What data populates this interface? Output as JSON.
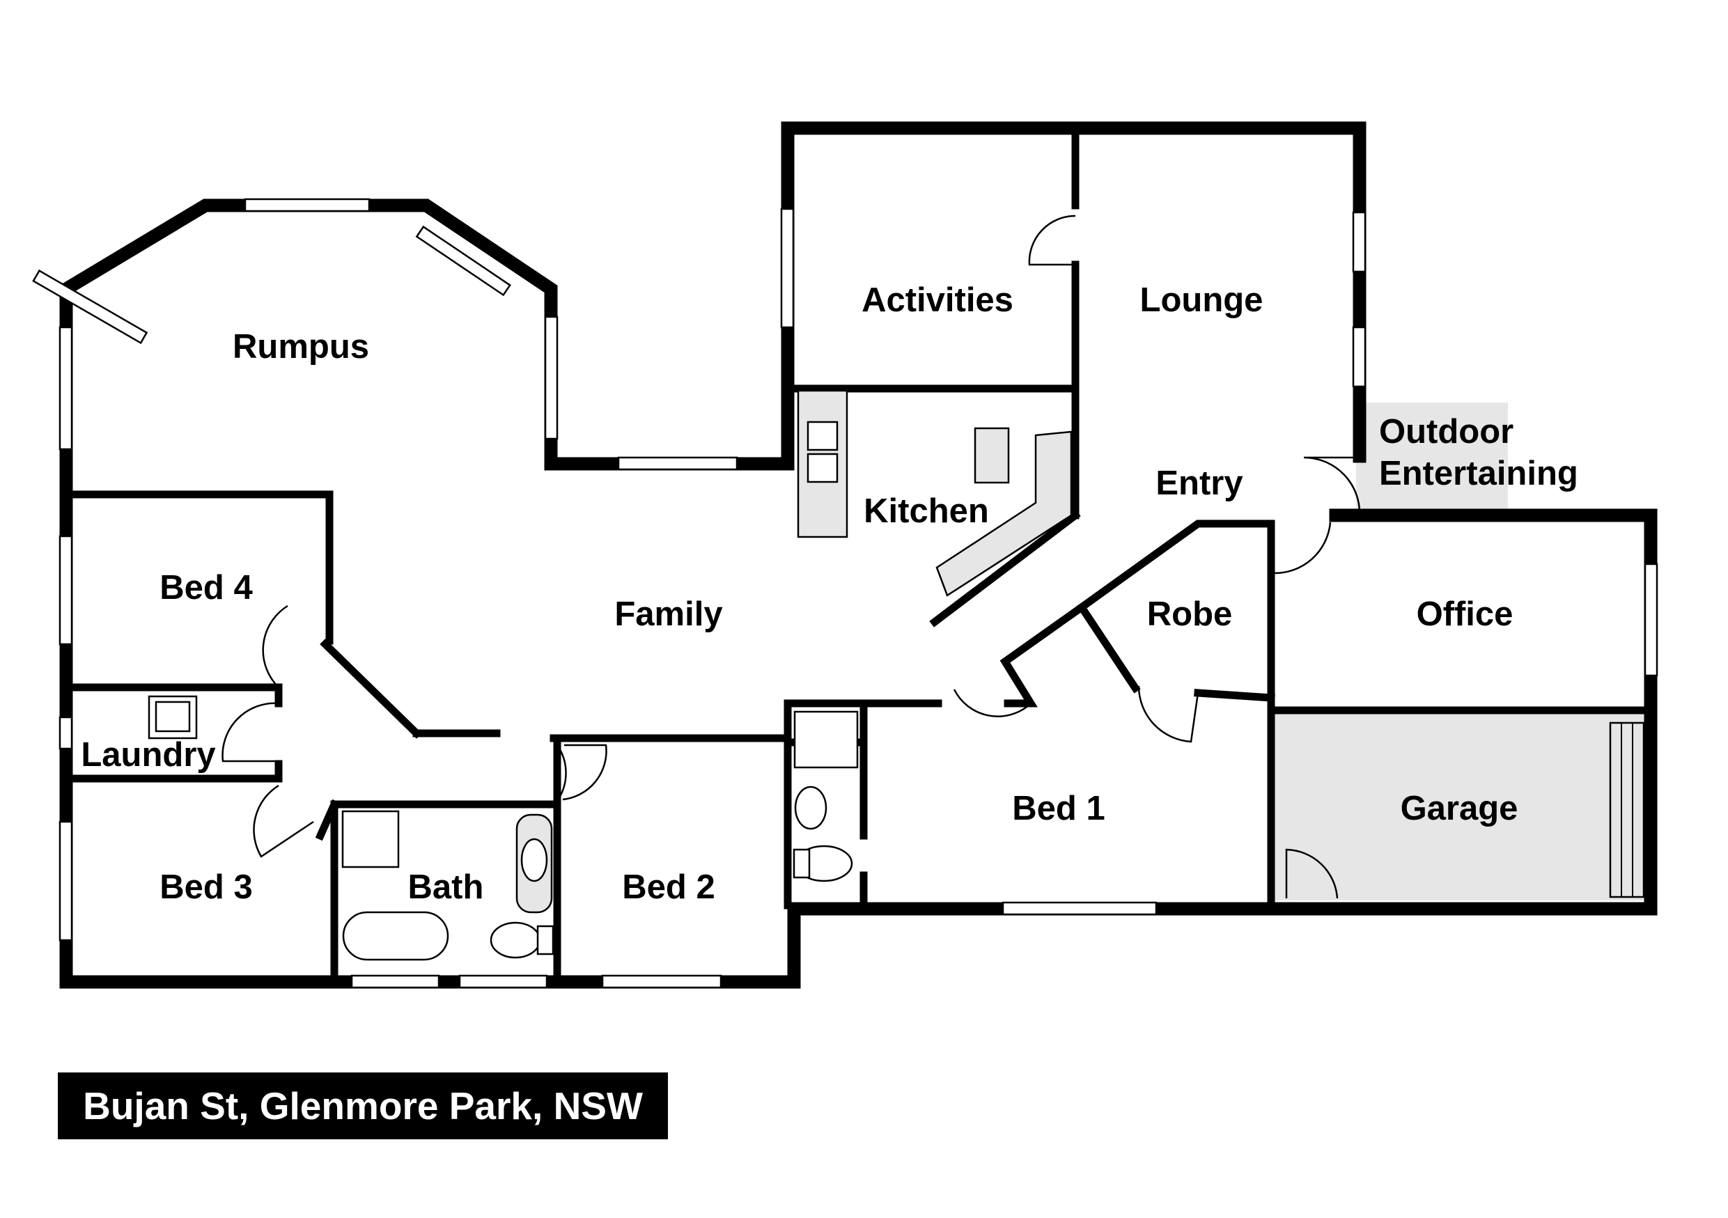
{
  "rooms": {
    "rumpus": "Rumpus",
    "activities": "Activities",
    "lounge": "Lounge",
    "outdoor_line1": "Outdoor",
    "outdoor_line2": "Entertaining",
    "entry": "Entry",
    "kitchen": "Kitchen",
    "family": "Family",
    "bed4": "Bed 4",
    "laundry": "Laundry",
    "bed3": "Bed 3",
    "bath": "Bath",
    "bed2": "Bed 2",
    "robe": "Robe",
    "bed1": "Bed 1",
    "office": "Office",
    "garage": "Garage"
  },
  "caption": "Bujan St, Glenmore Park, NSW",
  "colors": {
    "wall": "#000000",
    "shaded_area": "#e6e6e6",
    "caption_background": "#000000",
    "caption_text": "#ffffff"
  }
}
